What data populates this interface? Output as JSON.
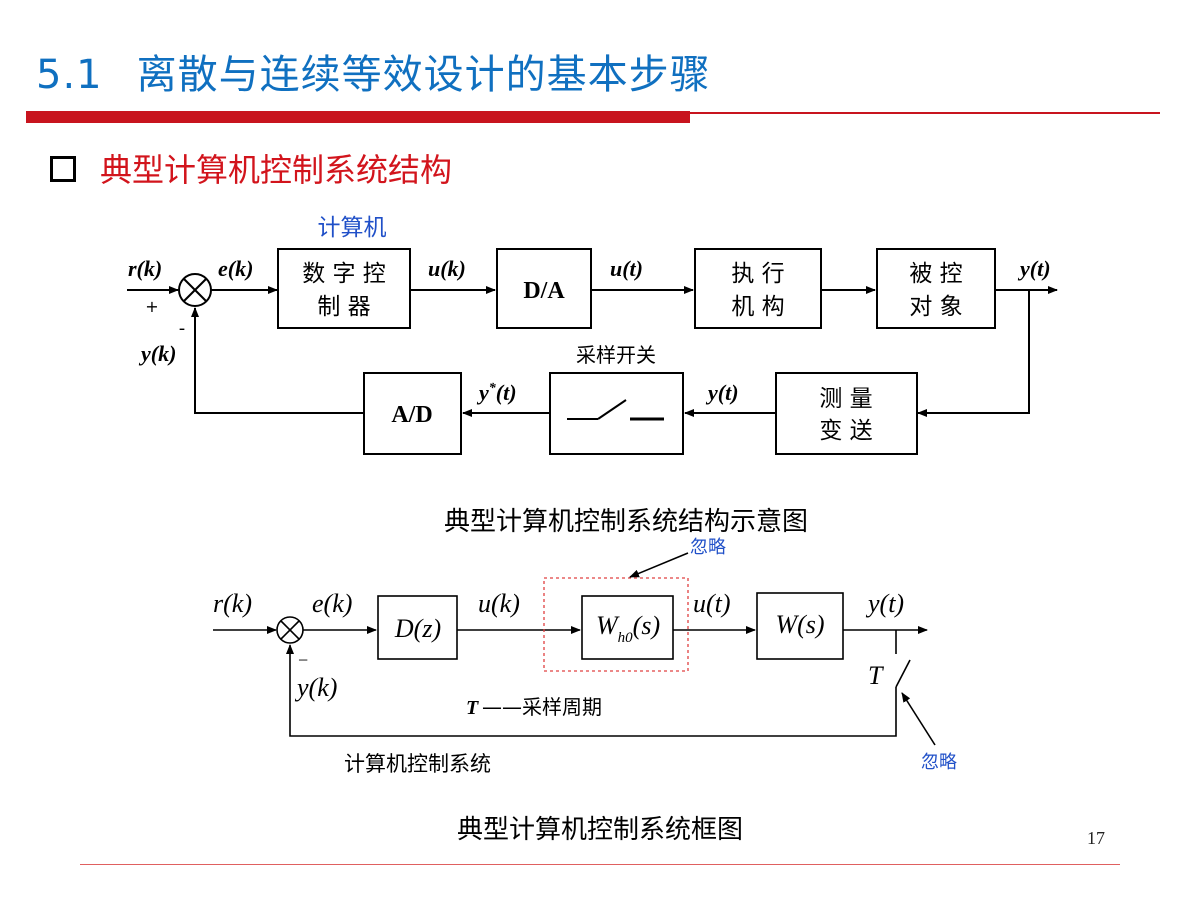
{
  "header": {
    "section_number": "5.1",
    "title": "离散与连续等效设计的基本步骤",
    "subtitle": "典型计算机控制系统结构"
  },
  "diagram1": {
    "computer_label": "计算机",
    "r": "r(k)",
    "e": "e(k)",
    "plus": "+",
    "minus": "-",
    "yk": "y(k)",
    "controller_line1": "数 字 控",
    "controller_line2": "制 器",
    "u_k": "u(k)",
    "da": "D/A",
    "u_t": "u(t)",
    "actuator_line1": "执 行",
    "actuator_line2": "机 构",
    "plant_line1": "被 控",
    "plant_line2": "对 象",
    "y_t": "y(t)",
    "sensor_line1": "测 量",
    "sensor_line2": "变 送",
    "sensor_out": "y(t)",
    "switch_label": "采样开关",
    "ystar": "y",
    "ystar_sup": "*",
    "ystar_arg": "(t)",
    "ad": "A/D",
    "caption": "典型计算机控制系统结构示意图"
  },
  "diagram2": {
    "r": "r(k)",
    "e": "e(k)",
    "dz": "D(z)",
    "u_k": "u(k)",
    "wh_main": "W",
    "wh_sub": "h0",
    "wh_arg": "(s)",
    "u_t": "u(t)",
    "ws": "W(s)",
    "y_t": "y(t)",
    "T": "T",
    "minus": "−",
    "yk": "y(k)",
    "sample_T": "T",
    "sample_def": "——采样周期",
    "ignore_top": "忽略",
    "ignore_bottom": "忽略",
    "system_label": "计算机控制系统",
    "caption": "典型计算机控制系统框图"
  },
  "footer": {
    "page": "17"
  },
  "colors": {
    "title": "#1070c0",
    "subtitle": "#d2141c",
    "blue_label": "#2050c8",
    "red_dash": "#e04040"
  }
}
